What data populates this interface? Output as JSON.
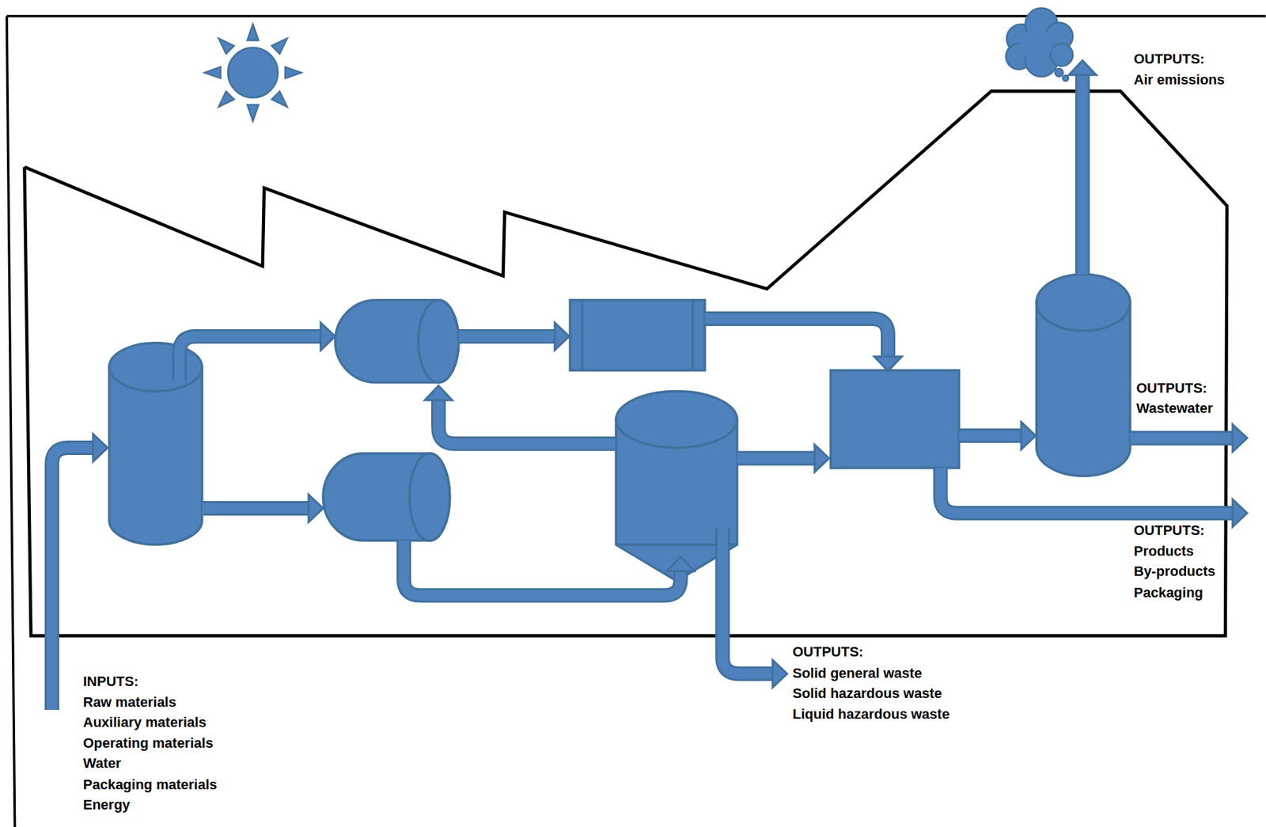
{
  "diagram": {
    "labels": [
      "INPUTS:",
      "Raw materials",
      "Auxiliary materials",
      "Operating materials",
      "Water",
      "Packaging materials",
      "Energy",
      "OUTPUTS:",
      "Air emissions",
      "OUTPUTS:",
      "Wastewater",
      "OUTPUTS:",
      "Products",
      "By-products",
      "Packaging",
      "OUTPUTS:",
      "Solid general waste",
      "Solid hazardous waste",
      "Liquid hazardous waste"
    ]
  }
}
